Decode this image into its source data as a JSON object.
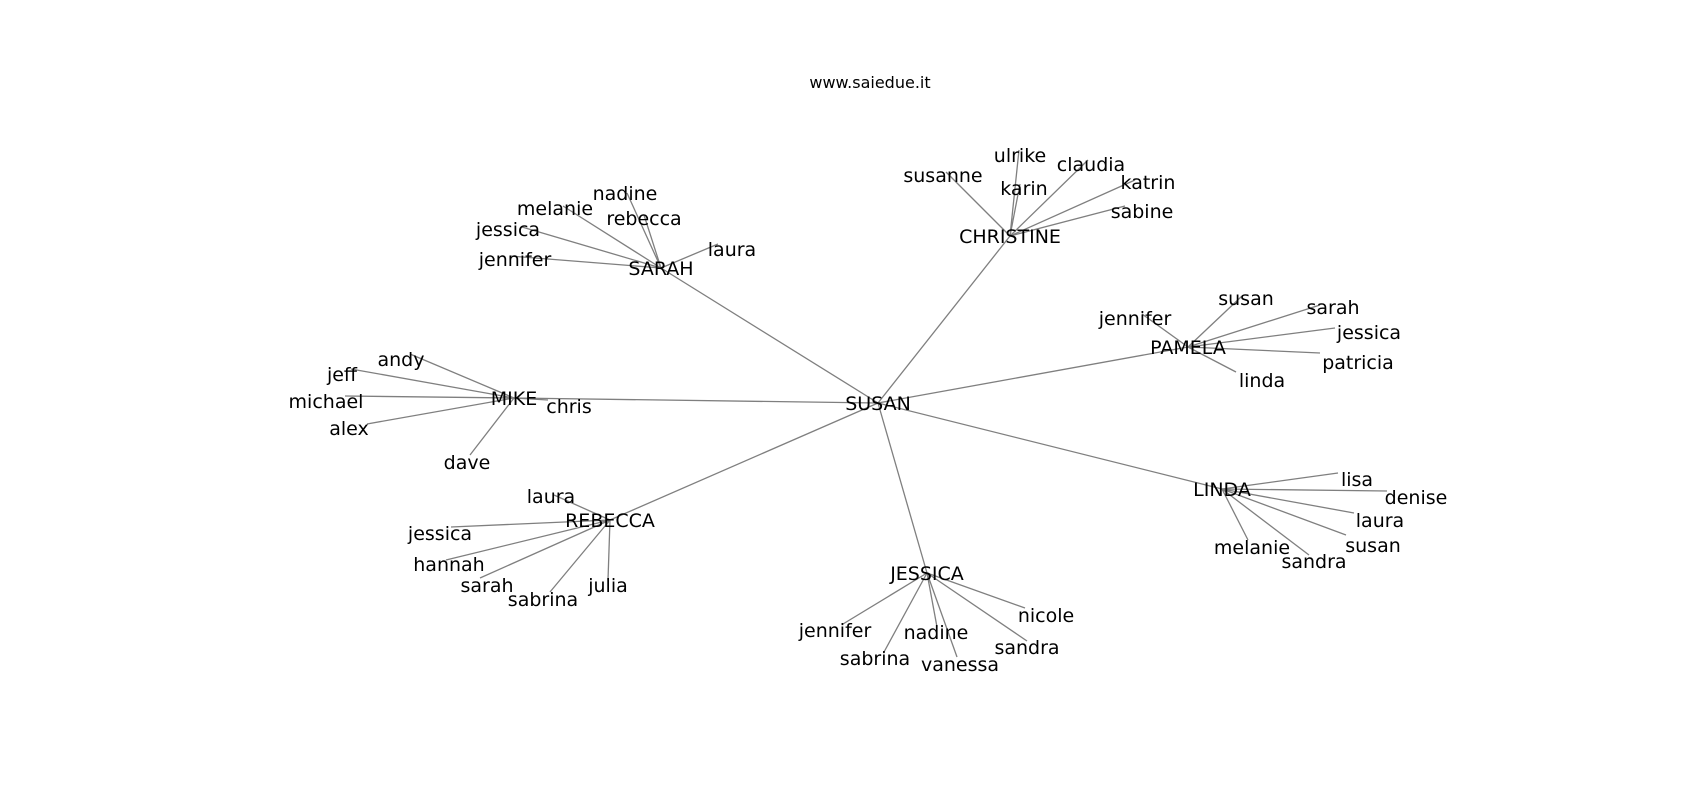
{
  "site": "www.saiedue.it",
  "root": "SUSAN",
  "groups": [
    {
      "hub": "SARAH",
      "leaves": [
        "nadine",
        "melanie",
        "rebecca",
        "jessica",
        "jennifer",
        "laura"
      ]
    },
    {
      "hub": "CHRISTINE",
      "leaves": [
        "ulrike",
        "susanne",
        "claudia",
        "karin",
        "katrin",
        "sabine"
      ]
    },
    {
      "hub": "PAMELA",
      "leaves": [
        "susan",
        "sarah",
        "jennifer",
        "jessica",
        "patricia",
        "linda"
      ]
    },
    {
      "hub": "MIKE",
      "leaves": [
        "andy",
        "jeff",
        "michael",
        "chris",
        "alex",
        "dave"
      ]
    },
    {
      "hub": "LINDA",
      "leaves": [
        "lisa",
        "denise",
        "laura",
        "melanie",
        "susan",
        "sandra"
      ]
    },
    {
      "hub": "REBECCA",
      "leaves": [
        "laura",
        "jessica",
        "hannah",
        "sarah",
        "sabrina",
        "julia"
      ]
    },
    {
      "hub": "JESSICA",
      "leaves": [
        "nicole",
        "jennifer",
        "nadine",
        "sandra",
        "sabrina",
        "vanessa"
      ]
    }
  ]
}
